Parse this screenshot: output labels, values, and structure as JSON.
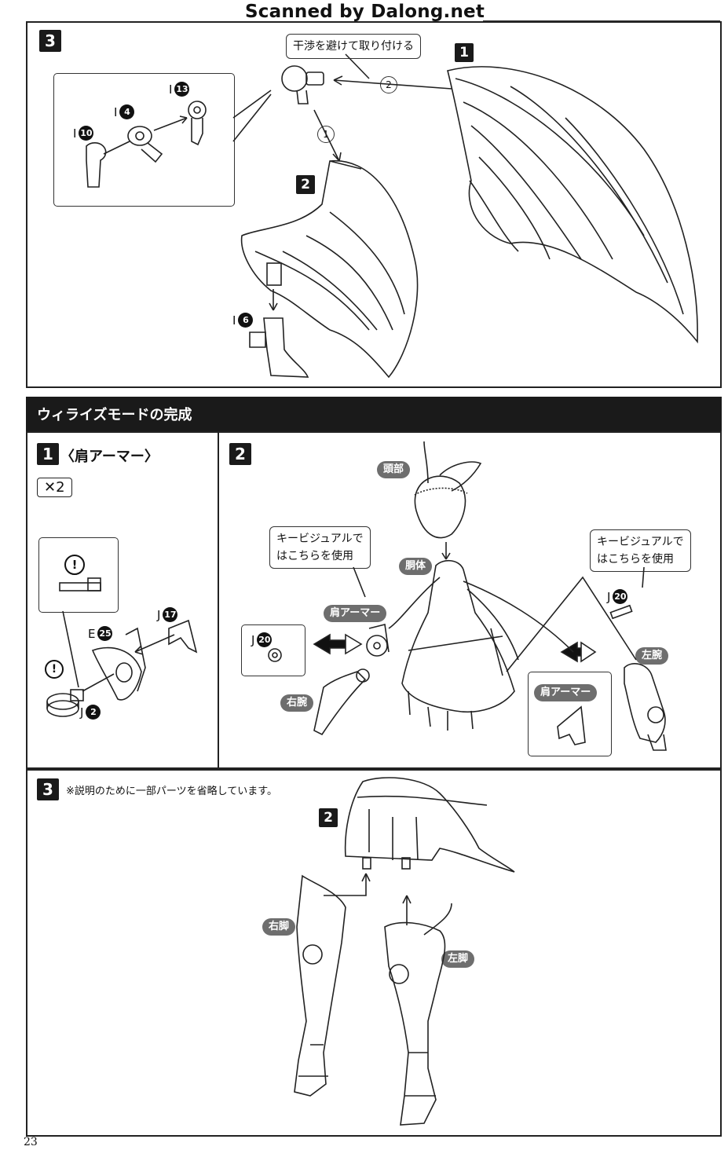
{
  "header": {
    "watermark": "Scanned by Dalong.net"
  },
  "top_panel": {
    "step": "3",
    "callout": "干渉を避けて取り付ける",
    "wing_main_num": "1",
    "wing_small_num": "2",
    "order_1": "1",
    "order_2": "2",
    "parts": [
      {
        "letter": "I",
        "num": "13"
      },
      {
        "letter": "I",
        "num": "4"
      },
      {
        "letter": "I",
        "num": "10"
      },
      {
        "letter": "I",
        "num": "6"
      }
    ]
  },
  "section": {
    "title": "ウィライズモードの完成"
  },
  "step1": {
    "num": "1",
    "title": "〈肩アーマー〉",
    "multiplier": "✕2",
    "warn": "!",
    "parts": [
      {
        "letter": "J",
        "num": "17"
      },
      {
        "letter": "E",
        "num": "25"
      },
      {
        "letter": "J",
        "num": "2"
      }
    ]
  },
  "step2": {
    "num": "2",
    "head_label": "頭部",
    "body_label": "胴体",
    "callout_left": [
      "キービジュアルで",
      "はこちらを使用"
    ],
    "callout_right": [
      "キービジュアルで",
      "はこちらを使用"
    ],
    "shoulder_left": "肩アーマー",
    "shoulder_right": "肩アーマー",
    "right_arm": "右腕",
    "left_arm": "左腕",
    "part_left": {
      "letter": "J",
      "num": "20"
    },
    "part_right": {
      "letter": "J",
      "num": "20"
    }
  },
  "step3": {
    "num": "3",
    "note": "※説明のために一部パーツを省略しています。",
    "body_num": "2",
    "right_leg": "右脚",
    "left_leg": "左脚"
  },
  "footer": {
    "page": "23"
  }
}
